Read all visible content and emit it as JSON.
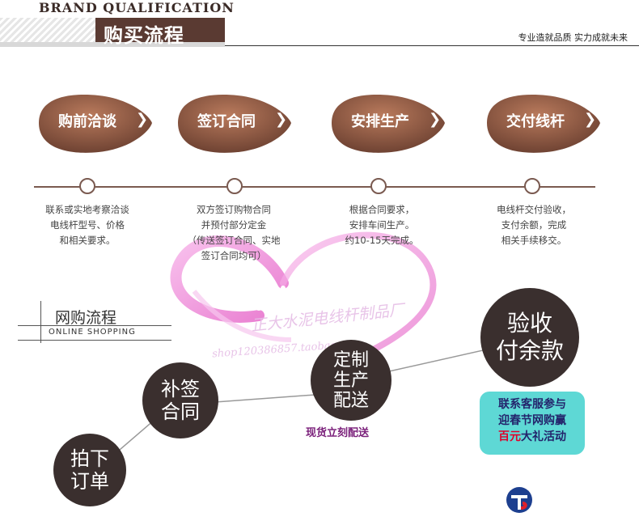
{
  "header": {
    "brand": "BRAND QUALIFICATION",
    "title": "购买流程",
    "slogan": "专业造就品质 实力成就未来"
  },
  "steps": [
    {
      "label": "购前洽谈",
      "desc": [
        "联系或实地考察洽谈",
        "电线杆型号、价格",
        "和相关要求。"
      ]
    },
    {
      "label": "签订合同",
      "desc": [
        "双方签订购物合同",
        "并预付部分定金",
        "（传送签订合同、实地",
        "签订合同均可）"
      ]
    },
    {
      "label": "安排生产",
      "desc": [
        "根据合同要求，",
        "安排车间生产。",
        "约10-15天完成。"
      ]
    },
    {
      "label": "交付线杆",
      "desc": [
        "电线杆交付验收，",
        "支付余额，完成",
        "相关手续移交。"
      ]
    }
  ],
  "step_arrow": "❯",
  "online": {
    "title": "网购流程",
    "subtitle": "ONLINE SHOPPING",
    "nodes": [
      {
        "lines": [
          "拍下",
          "订单"
        ]
      },
      {
        "lines": [
          "补签",
          "合同"
        ]
      },
      {
        "lines": [
          "定制",
          "生产",
          "配送"
        ]
      },
      {
        "lines": [
          "验收",
          "付余款"
        ]
      }
    ],
    "note": "现货立刻配送",
    "promo": {
      "line1": "联系客服参与",
      "line2": "迎春节网购赢",
      "line3_highlight": "百元",
      "line3_rest": "大礼活动"
    }
  },
  "watermark": {
    "line1": "正大水泥电线杆制品厂",
    "line2": "shop120386857.taobao.com"
  },
  "colors": {
    "dark_brown": "#5a3a32",
    "circle": "#3a2f2e",
    "promo_bg": "#5ed8d5",
    "pink": "#f08ad6"
  }
}
